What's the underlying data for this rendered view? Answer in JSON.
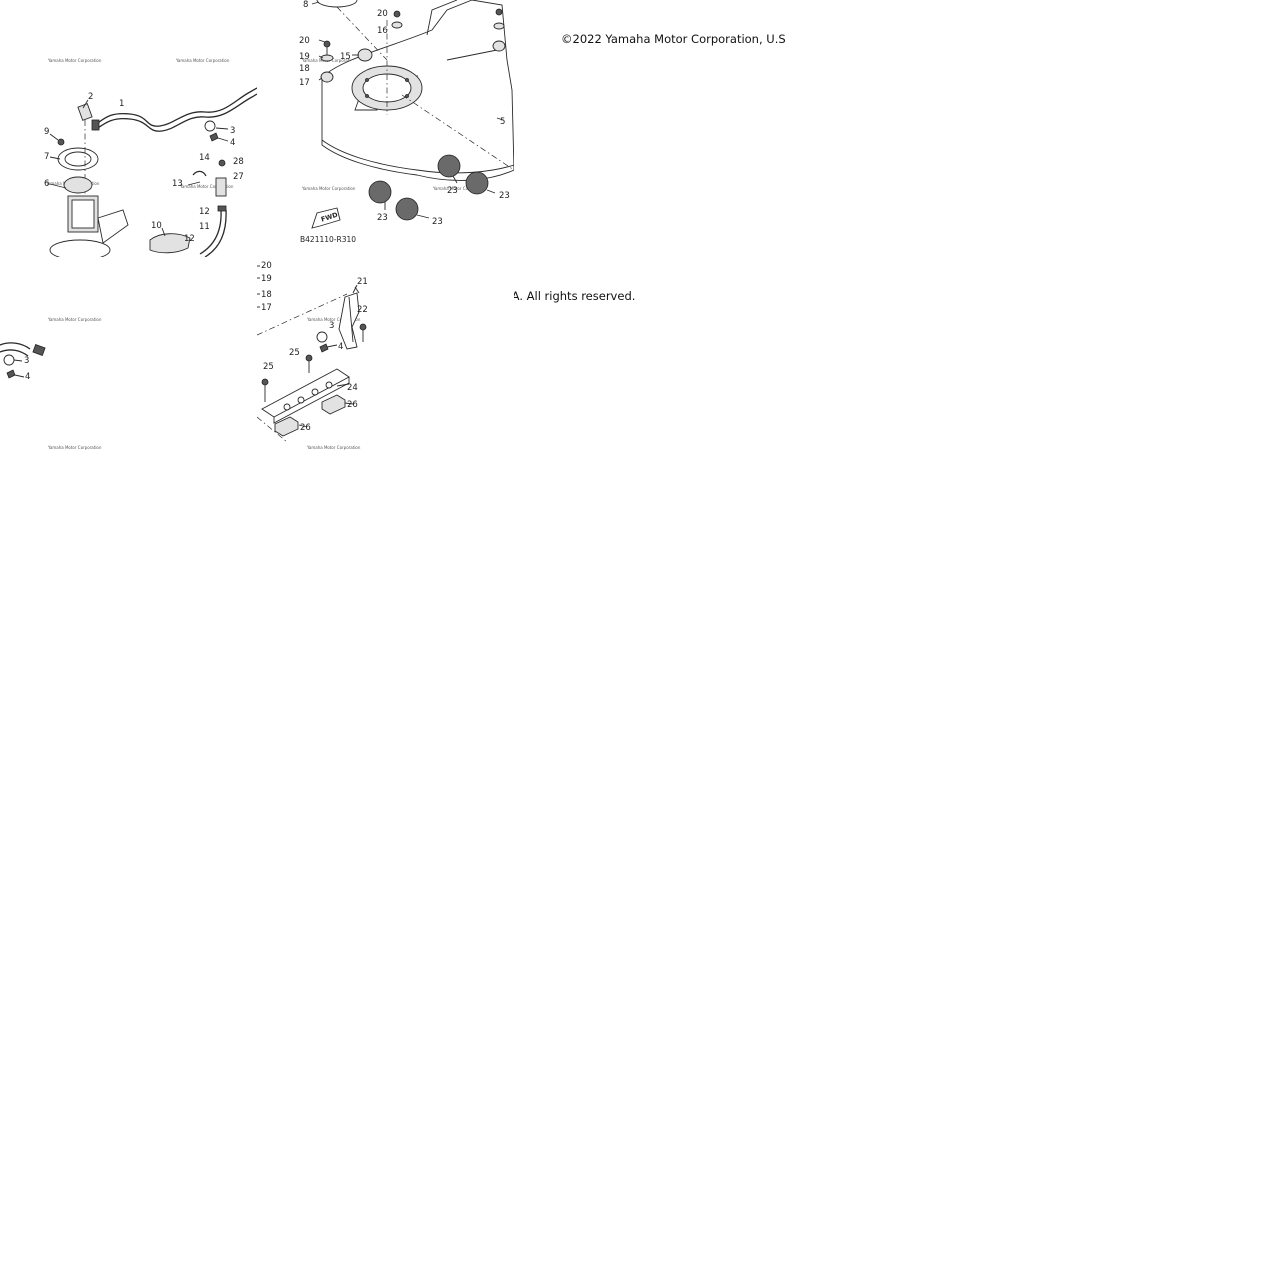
{
  "copyright": {
    "line_a": "©2022 Yamaha Motor Corporation, U.S",
    "line_b": ".A. All rights reserved."
  },
  "diagram": {
    "ref_code": "B421110-R310",
    "fwd_label": "FWD",
    "watermark": "Yamaha Motor Corporation",
    "labels": {
      "p1": "1",
      "p2": "2",
      "p3": "3",
      "p4": "4",
      "p5": "5",
      "p6": "6",
      "p7": "7",
      "p8": "8",
      "p9": "9",
      "p10": "10",
      "p11": "11",
      "p12": "12",
      "p13": "13",
      "p14": "14",
      "p15": "15",
      "p16": "16",
      "p17": "17",
      "p18": "18",
      "p19": "19",
      "p20": "20",
      "p21": "21",
      "p22": "22",
      "p23": "23",
      "p24": "24",
      "p25": "25",
      "p26": "26",
      "p27": "27",
      "p28": "28"
    }
  }
}
